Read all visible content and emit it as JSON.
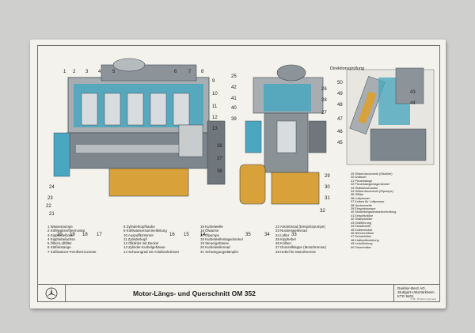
{
  "diagram_label": "Direktionsprüfung",
  "left_callouts_top": [
    "1",
    "2",
    "3",
    "4",
    "5",
    "6",
    "7",
    "8"
  ],
  "left_callouts_left": [
    "23",
    "24",
    "22",
    "21"
  ],
  "left_callouts_bottom": [
    "20",
    "19",
    "18",
    "17",
    "16",
    "15",
    "14"
  ],
  "left_callouts_right": [
    "9",
    "10",
    "11",
    "12",
    "13",
    "38",
    "37",
    "36"
  ],
  "center_callouts_left": [
    "25",
    "42",
    "41",
    "40",
    "39"
  ],
  "center_callouts_right": [
    "26",
    "27",
    "28",
    "29",
    "30",
    "31",
    "32"
  ],
  "center_callouts_bottom": [
    "35",
    "34",
    "33"
  ],
  "right_callouts": [
    "50",
    "49",
    "48",
    "47",
    "46",
    "45",
    "44",
    "43"
  ],
  "legend_bottom": [
    [
      "1 Wasserpumpe",
      "2 Kühlwasserthermostat",
      "3 Kipphebelbock",
      "4 Kipphebelachse",
      "5 Ölleit-Luftfilter",
      "6 Stößelstange",
      "7 Kühlwasser-Fernthermometer"
    ],
    [
      "8 Zylinderkopfhaube",
      "9 Kühlwassersammelleitung",
      "10 Auspuffkrümmer",
      "11 Zylinderkopf",
      "12 Ölkühler mit Deckel",
      "13 Zylinder-Kurbelgehäuse",
      "14 Schwungrad mit Anlaßzahnkranz"
    ],
    [
      "15 Kurbelwelle",
      "16 Ölwanne",
      "17 Ölpumpe",
      "18 Kurbelwellenlagerdeckel",
      "19 Steuergehäuse",
      "20 Kurbelwellenrad",
      "21 Schwingungsdämpfer"
    ],
    [
      "22 Antriebsrad (Einspritzpumpe)",
      "23 Nockenwellenrad",
      "24 Lüfter",
      "25 Kipphebel",
      "26 Kolben",
      "27 Drosselklappe (Motorbremse)",
      "28 Hebel für Motorbremse"
    ]
  ],
  "legend_right": [
    "29 Ölüberdruckventil (Ölkühler)",
    "30 Anlasser",
    "31 Pleuelstange",
    "32 Pleuelstangenlagerdeckel",
    "33 Ölablaßschraube",
    "34 Ölüberdruckventil (Ölpumpe)",
    "35 Ölfilter",
    "36 Luftpresser",
    "37 Kolben für Luftpresser",
    "38 Nockenwelle",
    "39 Einspritzpumpe",
    "40 Stoßleitungsdrosselvorrichtung",
    "41 Einspritzdüse",
    "42 Ölabscheider",
    "43 Drallführung",
    "44 Einlaßventil",
    "45 Kolbenmulde",
    "46 Mehrlochdüse",
    "47 Schutzhülse",
    "48 Kraftstoffzuleitung",
    "49 Leckölleitung",
    "50 Düsenhalter"
  ],
  "footer": {
    "title": "Motor-Längs- und Querschnitt OM 352",
    "company": "Daimler-Benz AG.",
    "city": "Stuttgart-Untertürkheim",
    "code": "KTG 9401",
    "copyright": "© 68 · Printed in Germany"
  },
  "colors": {
    "coolant": "#4aa7bf",
    "metal": "#a7adb0",
    "oil": "#d9a13a",
    "dark": "#3f4a52"
  }
}
